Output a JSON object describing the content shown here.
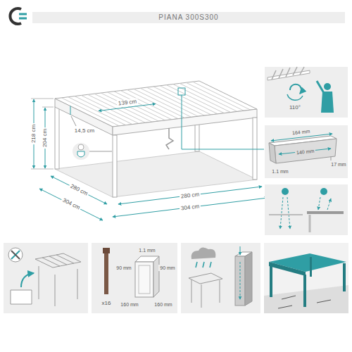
{
  "diagram": {
    "title": "PIANA 300S300",
    "labels": [
      "139 cm",
      "14,5 cm",
      "218 cm",
      "204 cm",
      "280 cm",
      "304 cm",
      "280 cm",
      "304 cm",
      "110°",
      "164 mm",
      "140 mm",
      "1.1 mm",
      "17 mm",
      "x16",
      "1.1 mm",
      "90 mm",
      "90 mm",
      "160 mm",
      "160 mm"
    ]
  }
}
